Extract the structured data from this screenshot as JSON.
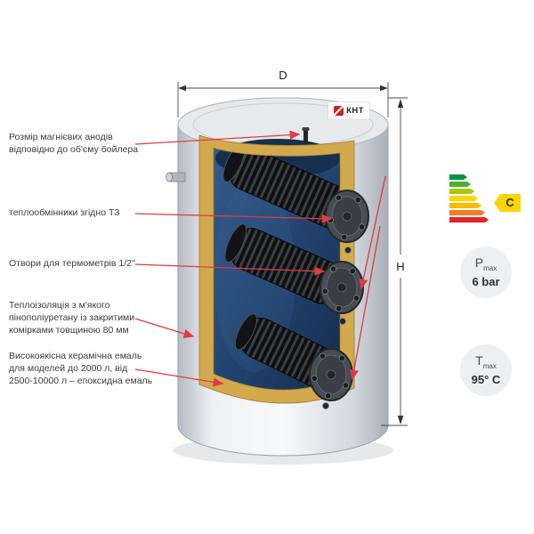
{
  "diagram": {
    "dimensions": {
      "width_label": "D",
      "height_label": "H"
    },
    "logo_text": "КНТ",
    "callouts": [
      {
        "text": "Розмір магнієвих анодів відповідно до об'єму бойлера"
      },
      {
        "text": "теплообмінники згідно ТЗ"
      },
      {
        "text": "Отвори для термометрів 1/2\""
      },
      {
        "text": "Теплоізоляція з м'якого пінополіуретану із закритими комірками товщиною 80 мм"
      },
      {
        "text": "Високоякісна керамічна емаль для моделей до 2000 л, від 2500-10000 л – епоксидна емаль"
      }
    ],
    "callout_line_color": "#e03c40",
    "tank_colors": {
      "shell": "#e9ecee",
      "insulation": "#d3a94e",
      "inner_tank": "#24466f",
      "heat_exchanger": "#101113"
    }
  },
  "energy_label": {
    "class": "C",
    "class_color": "#ffd500",
    "bar_colors": [
      "#00963f",
      "#4fae31",
      "#a9c90e",
      "#ffd500",
      "#fbb900",
      "#f07e26",
      "#e52328"
    ]
  },
  "badges": [
    {
      "symbol": "P",
      "subscript": "max",
      "value": "6 bar"
    },
    {
      "symbol": "T",
      "subscript": "max",
      "value": "95° C"
    }
  ]
}
